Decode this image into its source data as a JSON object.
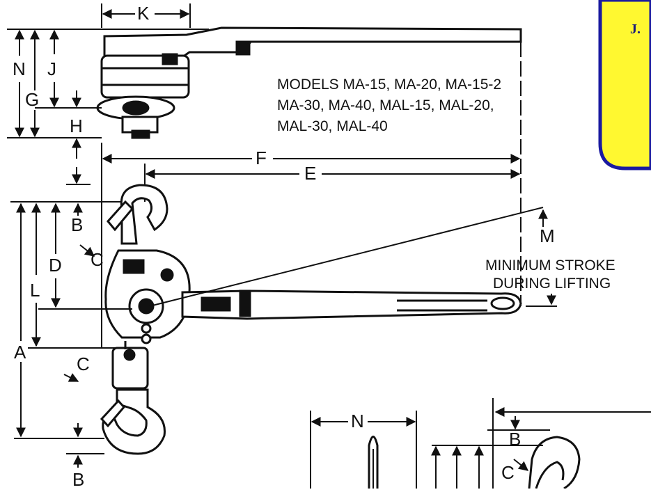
{
  "models_note": {
    "line1": "MODELS MA-15, MA-20, MA-15-2",
    "line2": "MA-30, MA-40, MAL-15, MAL-20,",
    "line3": "MAL-30, MAL-40"
  },
  "stroke_note": {
    "line1": "MINIMUM STROKE",
    "line2": "DURING LIFTING"
  },
  "badge_text": "J.",
  "dimension_labels": {
    "K": "K",
    "N": "N",
    "J": "J",
    "G": "G",
    "H": "H",
    "F": "F",
    "E": "E",
    "B": "B",
    "D": "D",
    "C": "C",
    "L": "L",
    "M": "M",
    "A": "A"
  },
  "colors": {
    "badge_fill": "#fff830",
    "badge_border": "#1a1aa0",
    "line": "#111111"
  }
}
